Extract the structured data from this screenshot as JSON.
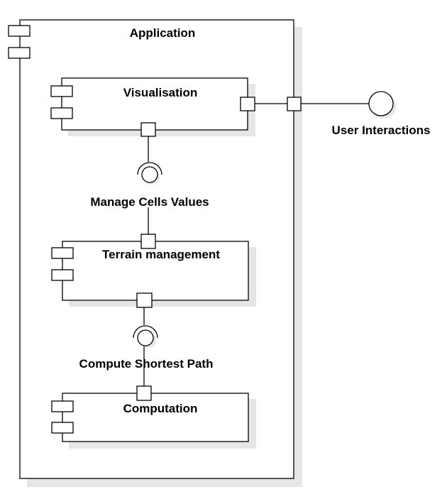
{
  "diagram": {
    "application": {
      "label": "Application"
    },
    "components": [
      {
        "label": "Visualisation"
      },
      {
        "label": "Terrain management"
      },
      {
        "label": "Computation"
      }
    ],
    "interfaces": [
      {
        "label": "User Interactions",
        "kind": "provided"
      },
      {
        "label": "Manage Cells Values",
        "kind": "required"
      },
      {
        "label": "Compute Shortest Path",
        "kind": "required"
      }
    ]
  }
}
